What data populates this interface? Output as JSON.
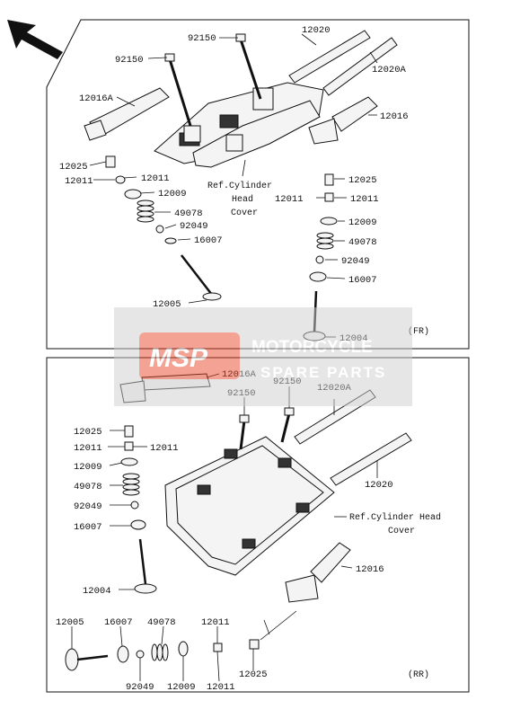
{
  "watermark": {
    "logo": "MSP",
    "line1": "MOTORCYCLE",
    "line2": "SPARE PARTS",
    "logo_color": "#e8482a"
  },
  "top_panel": {
    "direction": "(FR)",
    "ref_lines": [
      "Ref.Cylinder",
      "Head",
      "Cover"
    ],
    "labels": {
      "p92150a": "92150",
      "p92150b": "92150",
      "p12020": "12020",
      "p12020A": "12020A",
      "p12016A": "12016A",
      "p12016": "12016",
      "p12025L": "12025",
      "p12011La": "12011",
      "p12011Lb": "12011",
      "p12009L": "12009",
      "p49078L": "49078",
      "p92049L": "92049",
      "p16007L": "16007",
      "p12005": "12005",
      "p12025R": "12025",
      "p12011Ra": "12011",
      "p12011Rb": "12011",
      "p12009R": "12009",
      "p49078R": "49078",
      "p92049R": "92049",
      "p16007R": "16007",
      "p12004": "12004"
    }
  },
  "bottom_panel": {
    "direction": "(RR)",
    "ref_lines": [
      "Ref.Cylinder Head",
      "Cover"
    ],
    "labels": {
      "p12016A": "12016A",
      "p92150a": "92150",
      "p92150b": "92150",
      "p12020A": "12020A",
      "p12020": "12020",
      "p12025": "12025",
      "p12011a": "12011",
      "p12011b": "12011",
      "p12009": "12009",
      "p49078": "49078",
      "p92049": "92049",
      "p16007": "16007",
      "p12004": "12004",
      "p12016": "12016",
      "b12005": "12005",
      "b16007": "16007",
      "b49078": "49078",
      "b12011a": "12011",
      "b92049": "92049",
      "b12009": "12009",
      "b12011b": "12011",
      "b12025": "12025"
    }
  }
}
